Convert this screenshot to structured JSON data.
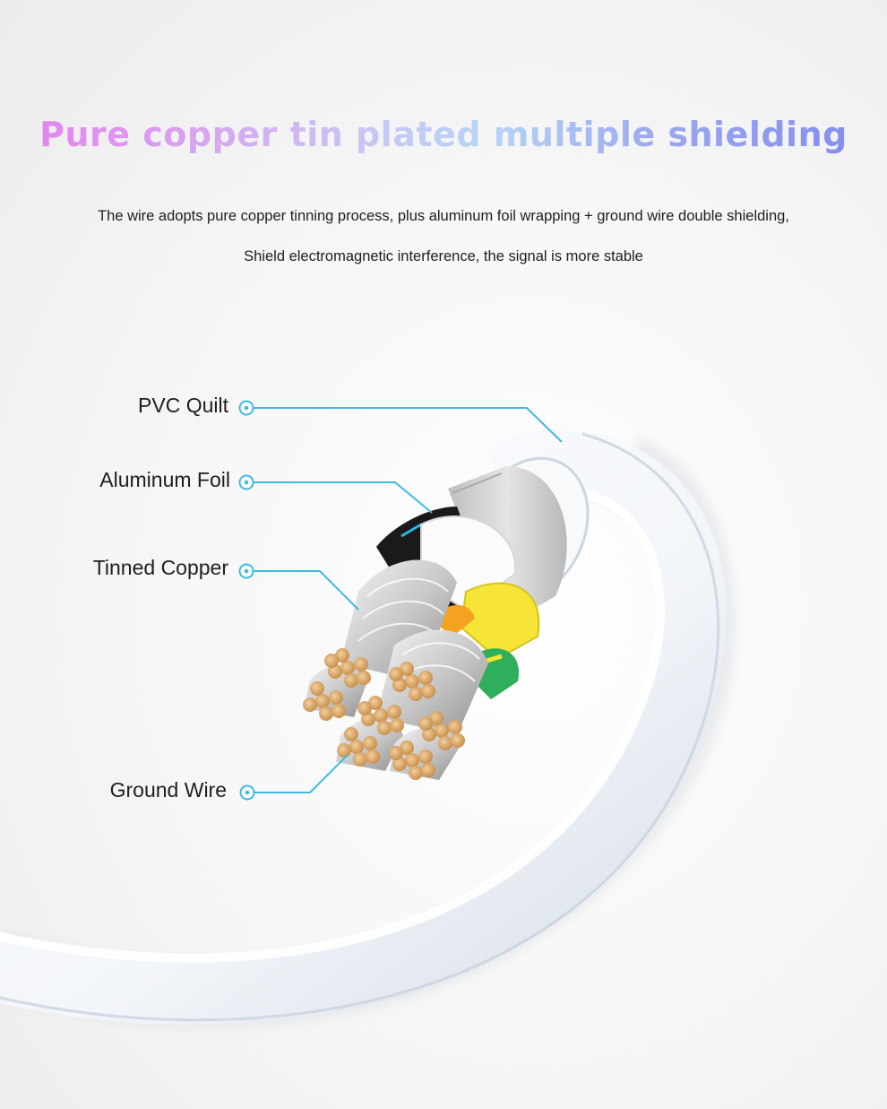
{
  "headline": "Pure copper tin plated multiple shielding",
  "description": {
    "line1": "The wire adopts pure copper tinning process, plus aluminum foil wrapping + ground wire double shielding,",
    "line2": "Shield electromagnetic interference, the signal is more stable"
  },
  "callouts": {
    "pvc_quilt": "PVC Quilt",
    "aluminum_foil": "Aluminum Foil",
    "tinned_copper": "Tinned Copper",
    "ground_wire": "Ground Wire"
  },
  "colors": {
    "callout_line": "#3db9e6",
    "cable_jacket": "#ffffff",
    "foil": "#d4d4d4",
    "copper_core": "#e0b27a"
  },
  "icons": {
    "callout_marker": "target-dot-icon"
  }
}
